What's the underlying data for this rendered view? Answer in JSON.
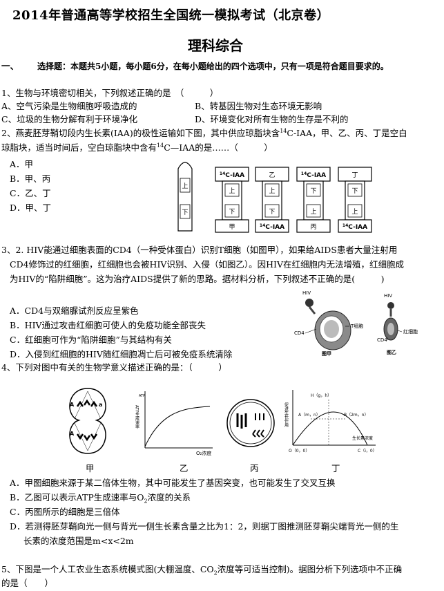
{
  "header": {
    "title": "2014年普通高等学校招生全国统一模拟考试（北京卷）",
    "subtitle": "理科综合"
  },
  "section": {
    "number": "一、",
    "text": "选择题：本题共5小题，每小题6分，在每小题给出的四个选项中，只有一项是符合题目要求的。"
  },
  "q1": {
    "stem": "1、生物与环境密切相关，下列叙述正确的是　（　　　）",
    "A": "A、空气污染是生物细胞呼吸造成的",
    "B": "B、转基因生物对生态环境无影响",
    "C": "C、垃圾的生物分解有利于环境净化",
    "D": "D、环境变化对所有生物的生存是不利的"
  },
  "q2": {
    "line1_a": "2、燕麦胚芽鞘切段内生长素(IAA)的极性运输如下图，其中供应琼脂块含",
    "line1_sup": "14",
    "line1_b": "C-IAA，甲、乙、丙、丁是空白",
    "line2_a": "琼脂块，适当时间后，空白琼脂块中含有",
    "line2_sup": "14",
    "line2_b": "C—IAA的是……（　　　）",
    "A": "A．甲",
    "B": "B．甲、丙",
    "C": "C．乙、丁",
    "D": "D．甲、丁",
    "fig": {
      "up": "上",
      "down": "下",
      "iaa_sup": "14",
      "iaa": "C-IAA",
      "jia": "甲",
      "yi": "乙",
      "bing": "丙",
      "ding": "丁"
    }
  },
  "q3": {
    "line1": "3、2. HIV能通过细胞表面的CD4（一种受体蛋白）识别T细胞（如图甲），如果给AIDS患者大量注射用",
    "line2": "CD4修饰过的红细胞，红细胞也会被HIV识别、入侵（如图乙）。因HIV在红细胞内无法增殖，红细胞成",
    "line3": "为HIV的“陷阱细胞”。这为治疗AIDS提供了新的思路。据材料分析，下列叙述不正确的是(　　　)",
    "A": "A．CD4与双缩脲试剂反应呈紫色",
    "B": "B．HIV通过攻击红细胞可使人的免疫功能全部丧失",
    "C": "C．红细胞可作为“陷阱细胞”与其结构有关",
    "D": "D．入侵到红细胞的HIV随红细胞凋亡后可被免疫系统清除",
    "fig": {
      "hiv": "HIV",
      "cd4": "CD4",
      "tcell": "T细胞",
      "rbc": "红细胞",
      "jia": "图甲",
      "yi": "图乙"
    }
  },
  "q4": {
    "stem": "4、下列对图中有关的生物学意义描述正确的是：（　　　）",
    "captions": [
      "甲",
      "乙",
      "丙",
      "丁"
    ],
    "A": "A．甲图细胞来源于某二倍体生物，其中可能发生了基因突变，也可能发生了交叉互换",
    "B_a": "B．乙图可以表示ATP生成速率与O",
    "B_sub": "2",
    "B_b": "浓度的关系",
    "C": "C．丙图所示的细胞是三倍体",
    "D_line1": "D．若测得胚芽鞘向光一侧与背光一侧生长素含量之比为1：2，则据丁图推测胚芽鞘尖端背光一侧的生",
    "D_line2": "长素的浓度范围是m<x<2m",
    "fig": {
      "atp_axis": "ATP生成速率",
      "o2_axis": "O₂浓度",
      "promote_axis": "促进生长作用",
      "conc_axis": "生长素浓度",
      "H": "H（g，h）",
      "A": "A（m，n）",
      "B": "B（2m，n）",
      "O": "O（0，0）",
      "C": "C（i，0）"
    }
  },
  "q5": {
    "line1_a": "5、下图是一个人工农业生态系统模式图(大棚温度、CO",
    "line1_sub": "2",
    "line1_b": "浓度等可适当控制)。据图分析下列选项中不正确",
    "line2": "的是（　　）"
  }
}
